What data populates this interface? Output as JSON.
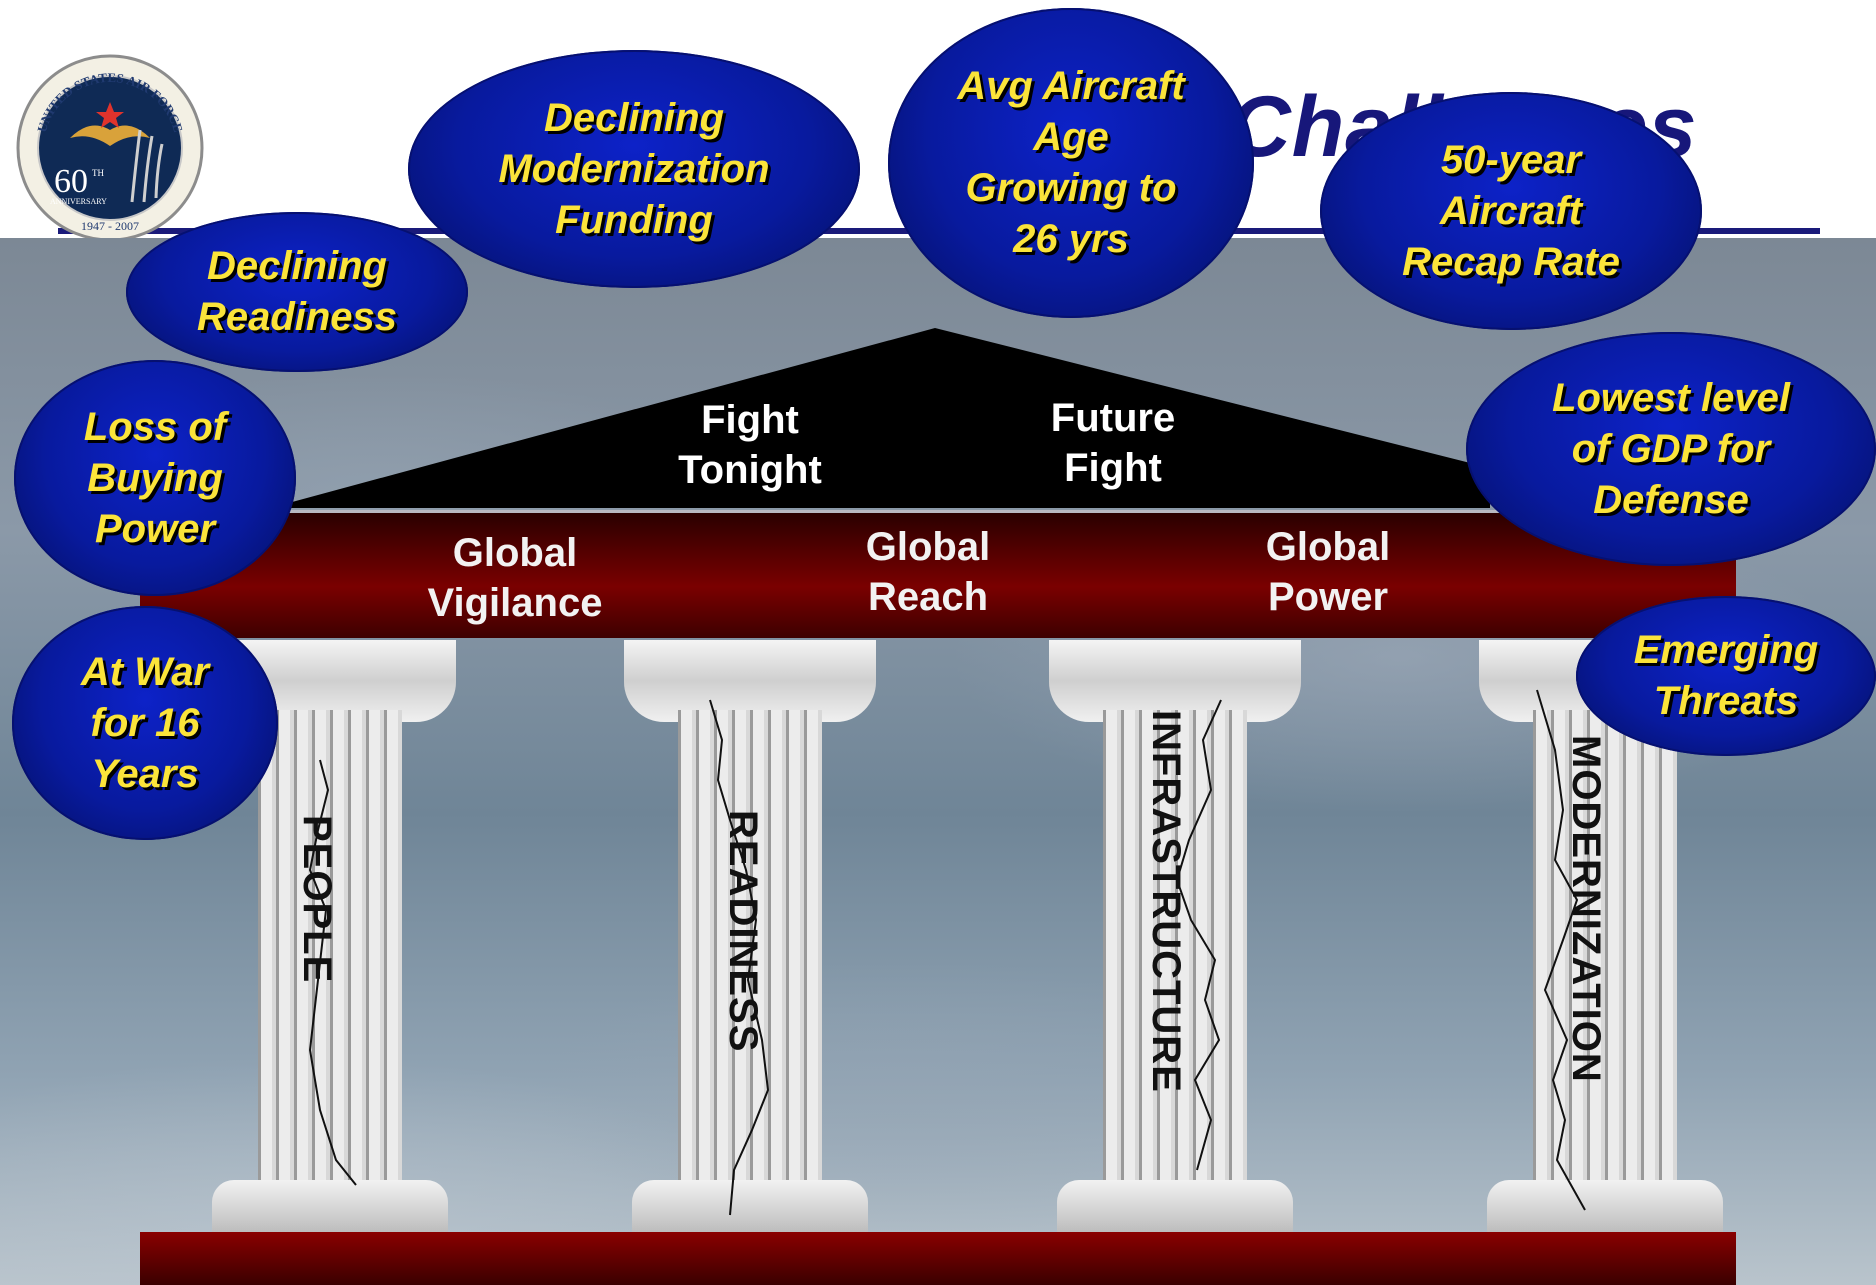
{
  "slide": {
    "title": "al Challenges"
  },
  "logo": {
    "ring_text": "UNITED STATES AIR FORCE",
    "number": "60",
    "superscript": "TH",
    "subtitle": "ANNIVERSARY",
    "years": "1947 - 2007"
  },
  "roof": {
    "left_label": "Fight\nTonight",
    "right_label": "Future\nFight"
  },
  "entablature": {
    "left": "Global\nVigilance",
    "center": "Global\nReach",
    "right": "Global\nPower"
  },
  "pillars": [
    "PEOPLE",
    "READINESS",
    "INFRASTRUCTURE",
    "MODERNIZATION"
  ],
  "bubbles": {
    "declining_modernization_funding": "Declining\nModernization\nFunding",
    "avg_aircraft_age": "Avg Aircraft\nAge\nGrowing to\n26 yrs",
    "recap_rate": "50-year\nAircraft\nRecap Rate",
    "declining_readiness": "Declining\nReadiness",
    "loss_of_buying_power": "Loss of\nBuying\nPower",
    "lowest_gdp": "Lowest level\nof GDP for\nDefense",
    "at_war": "At War\nfor 16\nYears",
    "emerging_threats": "Emerging\nThreats"
  },
  "colors": {
    "bubble_fill": "#0a1ea8",
    "bubble_text": "#fbe43a",
    "title": "#17177a",
    "temple_red": "#7a0000",
    "roof": "#000000"
  }
}
